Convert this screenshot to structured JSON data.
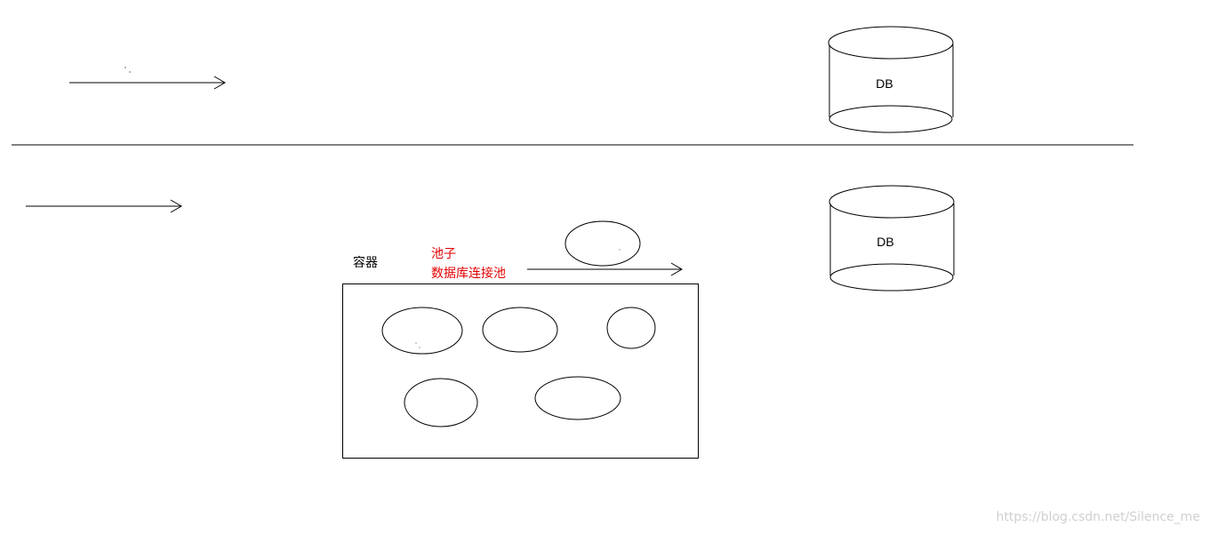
{
  "diagram": {
    "databases": [
      {
        "label": "DB"
      },
      {
        "label": "DB"
      }
    ],
    "container_label": "容器",
    "pool_label_line1": "池子",
    "pool_label_line2": "数据库连接池",
    "watermark": "https://blog.csdn.net/Silence_me"
  },
  "colors": {
    "stroke": "#000000",
    "pool_label": "#e00000",
    "watermark": "#d0d0d0"
  }
}
